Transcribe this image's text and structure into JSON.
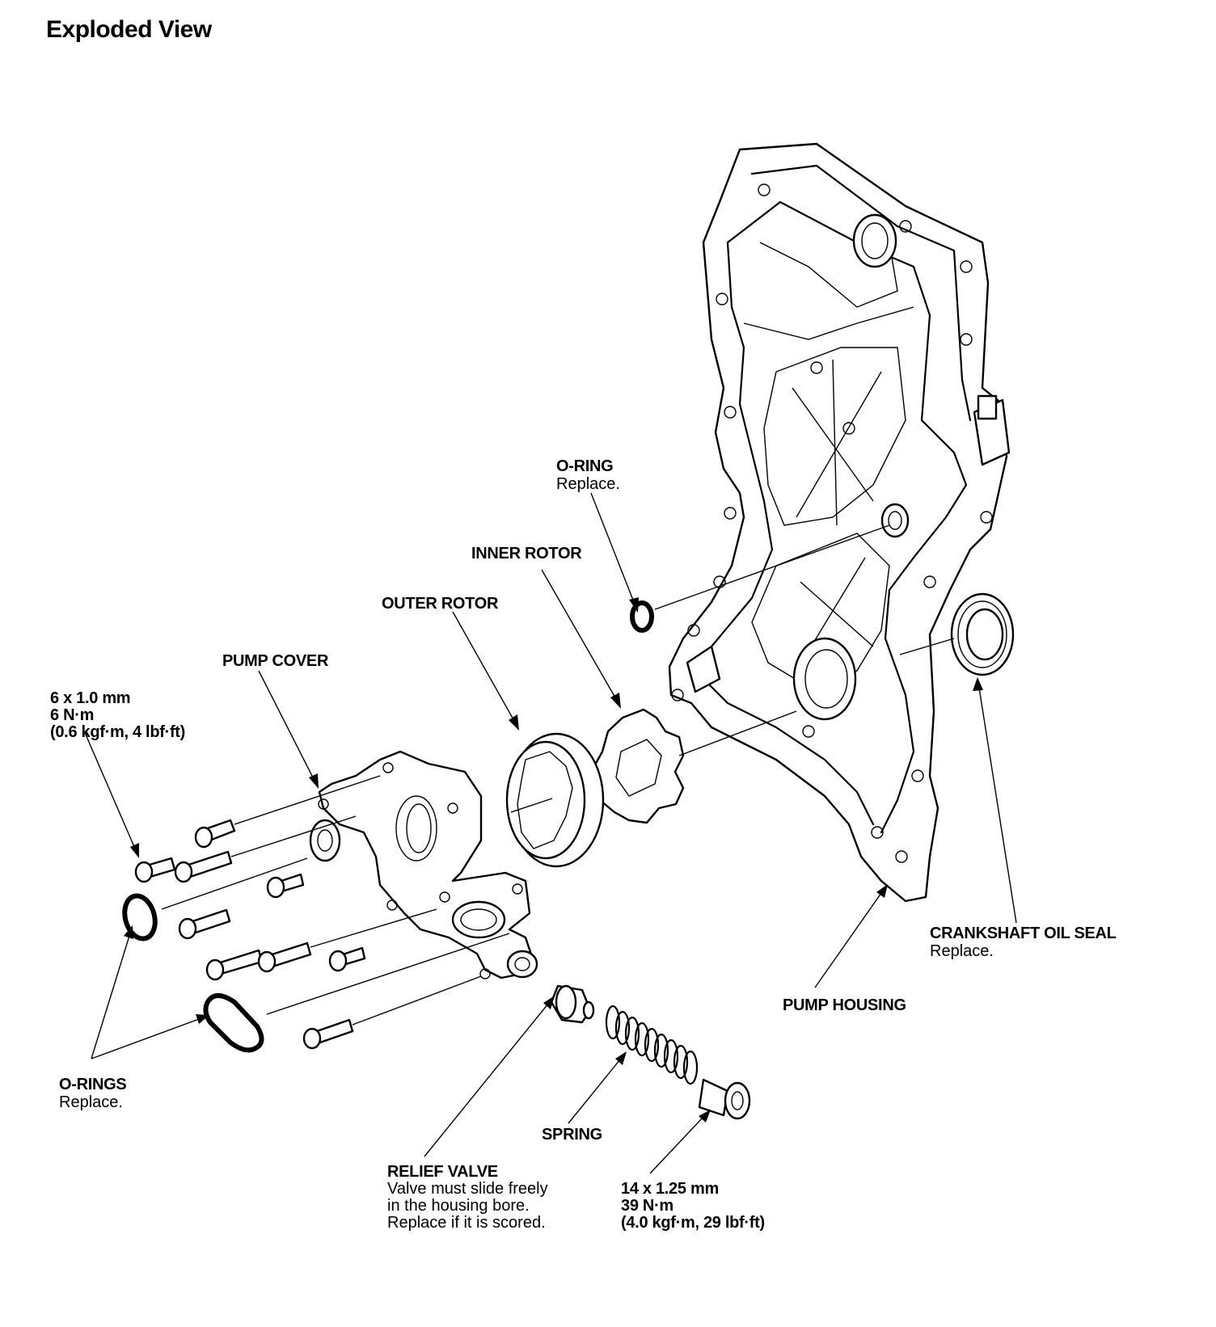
{
  "title": "Exploded View",
  "labels": {
    "o_ring_top": {
      "name": "O-RING",
      "note": "Replace."
    },
    "inner_rotor": {
      "name": "INNER ROTOR"
    },
    "outer_rotor": {
      "name": "OUTER ROTOR"
    },
    "pump_cover": {
      "name": "PUMP COVER"
    },
    "bolt_6mm": {
      "line1": "6 x 1.0 mm",
      "line2": "6 N·m",
      "line3": "(0.6 kgf·m, 4 lbf·ft)"
    },
    "o_rings": {
      "name": "O-RINGS",
      "note": "Replace."
    },
    "spring": {
      "name": "SPRING"
    },
    "relief_valve": {
      "name": "RELIEF VALVE",
      "line1": "Valve must slide freely",
      "line2": "in the housing bore.",
      "line3": "Replace if it is scored."
    },
    "plug_bolt": {
      "line1": "14 x 1.25 mm",
      "line2": "39 N·m",
      "line3": "(4.0 kgf·m, 29 lbf·ft)"
    },
    "pump_housing": {
      "name": "PUMP HOUSING"
    },
    "crankshaft_oil_seal": {
      "name": "CRANKSHAFT OIL SEAL",
      "note": "Replace."
    }
  }
}
